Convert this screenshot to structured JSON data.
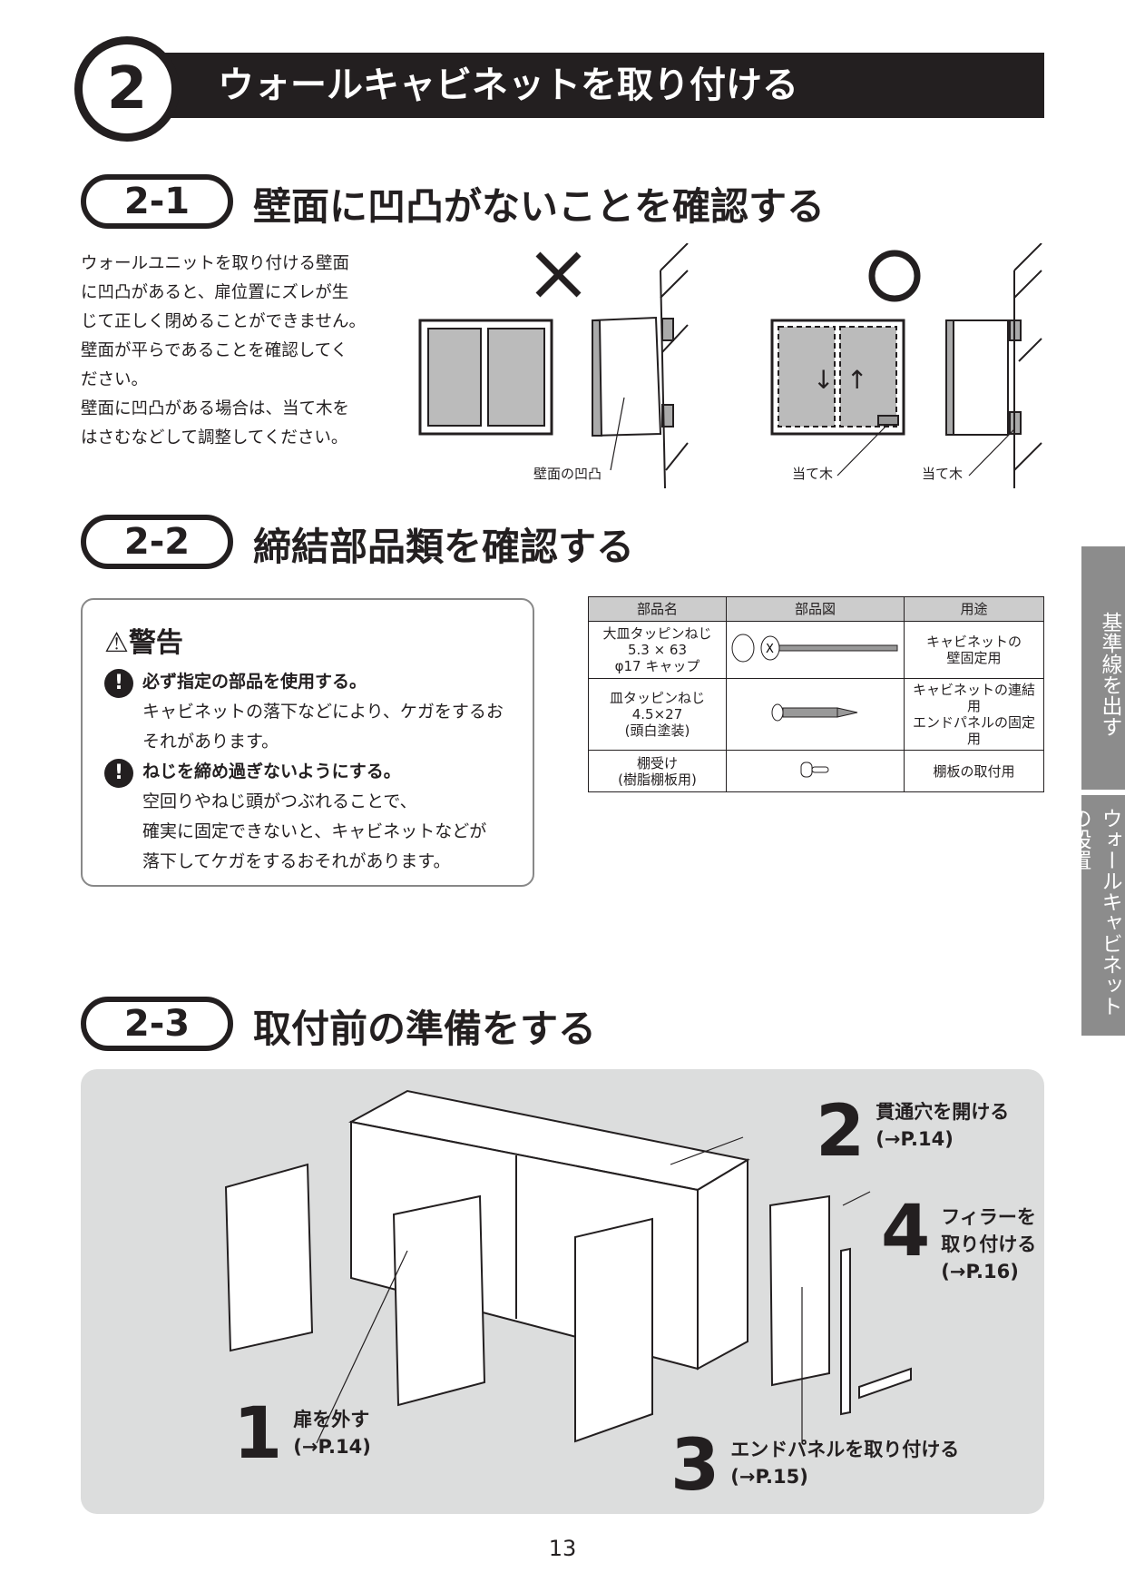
{
  "section": {
    "number": "2",
    "title": "ウォールキャビネットを取り付ける"
  },
  "s21": {
    "num": "2-1",
    "title": "壁面に凹凸がないことを確認する",
    "lines": [
      "ウォールユニットを取り付ける壁面",
      "に凹凸があると、扉位置にズレが生",
      "じて正しく閉めることができません。",
      "壁面が平らであることを確認してく",
      "ださい。",
      "壁面に凹凸がある場合は、当て木を",
      "はさむなどして調整してください。"
    ],
    "bad_mark": "✕",
    "good_mark": "○",
    "cap_bad": "壁面の凹凸",
    "cap_good1": "当て木",
    "cap_good2": "当て木"
  },
  "s22": {
    "num": "2-2",
    "title": "締結部品類を確認する",
    "warning": {
      "title": "警告",
      "items": [
        {
          "head": "必ず指定の部品を使用する。",
          "body": [
            "キャビネットの落下などにより、ケガをするお",
            "それがあります。"
          ]
        },
        {
          "head": "ねじを締め過ぎないようにする。",
          "body": [
            "空回りやねじ頭がつぶれることで、",
            "確実に固定できないと、キャビネットなどが",
            "落下してケガをするおそれがあります。"
          ]
        }
      ]
    },
    "table": {
      "headers": [
        "部品名",
        "部品図",
        "用途"
      ],
      "rows": [
        {
          "name": [
            "大皿タッピンねじ",
            "5.3 × 63",
            "φ17 キャップ"
          ],
          "use": [
            "キャビネットの",
            "壁固定用"
          ]
        },
        {
          "name": [
            "皿タッピンねじ4.5×27",
            "(頭白塗装)"
          ],
          "use": [
            "キャビネットの連結用",
            "エンドパネルの固定用"
          ]
        },
        {
          "name": [
            "棚受け",
            "(樹脂棚板用)"
          ],
          "use": [
            "棚板の取付用"
          ]
        }
      ]
    }
  },
  "s23": {
    "num": "2-3",
    "title": "取付前の準備をする",
    "steps": [
      {
        "n": "1",
        "text": "扉を外す",
        "ref": "(→P.14)"
      },
      {
        "n": "2",
        "text": "貫通穴を開ける",
        "ref": "(→P.14)"
      },
      {
        "n": "3",
        "text": "エンドパネルを取り付ける",
        "ref": "(→P.15)"
      },
      {
        "n": "4",
        "text": [
          "フィラーを",
          "取り付ける"
        ],
        "ref": "(→P.16)"
      }
    ]
  },
  "side_tabs": [
    "基準線を出す",
    "ウォールキャビネットの設置"
  ],
  "page_number": "13"
}
